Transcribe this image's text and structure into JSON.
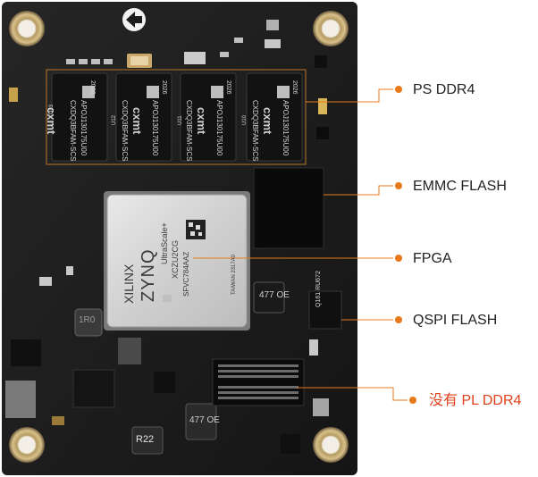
{
  "callouts": {
    "ps_ddr4": "PS DDR4",
    "emmc_flash": "EMMC FLASH",
    "fpga": "FPGA",
    "qspi_flash": "QSPI FLASH",
    "pl_ddr4": "没有 PL DDR4"
  },
  "chip_markings": {
    "ddr_brand": "cxmt",
    "ddr_part": "CXDQ3BFAM-SCS",
    "ddr_lot": "APOJ130175U00",
    "ddr_date": "2026",
    "ddr_refs": [
      "U13",
      "U12",
      "U11",
      "U10"
    ],
    "fpga_brand_line1": "XILINX",
    "fpga_brand_line2": "ZYNQ",
    "fpga_series": "UltraScale+",
    "fpga_part": "XCZU2CG",
    "fpga_package": "SFVC784AAZ",
    "fpga_code": "TAIWAN 2317A0",
    "inductor_1": "477 OE",
    "inductor_2": "477 OE",
    "inductor_3": "R22",
    "inductor_4": "1R0",
    "qspi_part": "Q161 RU672"
  },
  "colors": {
    "board": "#1c1c1c",
    "callout_line": "#e8791a",
    "dot": "#e8791a",
    "highlight_text": "#e0401a"
  }
}
